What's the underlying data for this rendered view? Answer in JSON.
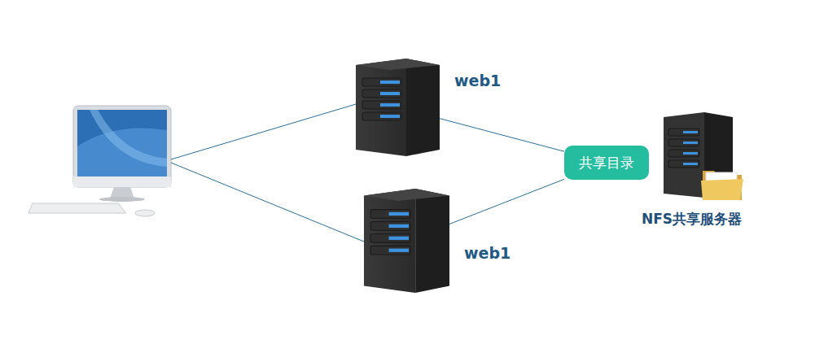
{
  "diagram": {
    "nodes": [
      {
        "text": [
          "web1"
        ]
      },
      {
        "text": [
          "web1"
        ]
      },
      {
        "text": [
          "共享目录"
        ]
      },
      {
        "text": [
          "NFS共享服务器"
        ]
      }
    ],
    "edges": [
      {
        "from": 0,
        "to": 2,
        "arrow": "none"
      },
      {
        "from": 1,
        "to": 2,
        "arrow": "none"
      }
    ]
  }
}
